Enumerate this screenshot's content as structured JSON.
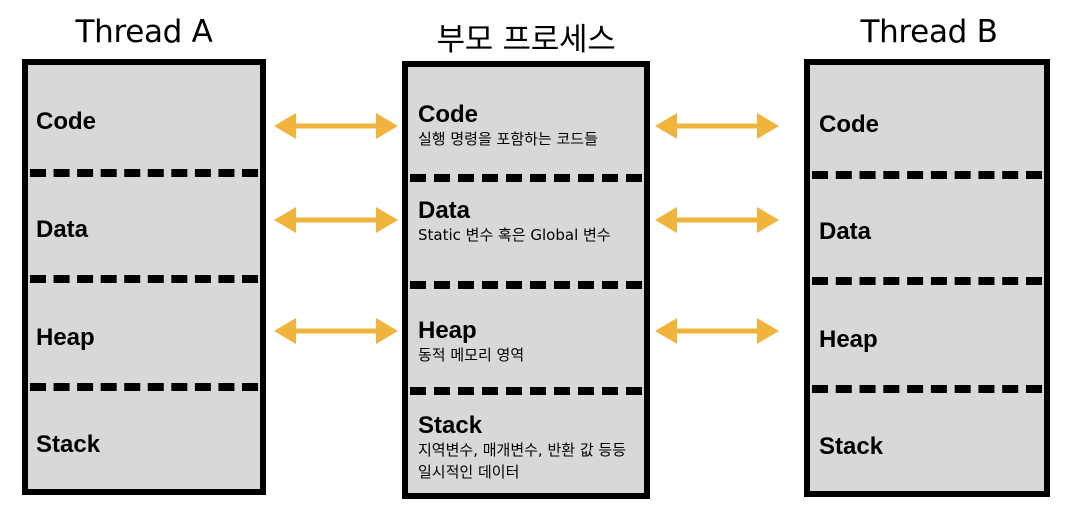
{
  "titles": {
    "thread_a": "Thread A",
    "parent": "부모 프로세스",
    "thread_b": "Thread B"
  },
  "thread_a": {
    "segments": [
      "Code",
      "Data",
      "Heap",
      "Stack"
    ]
  },
  "parent": {
    "segments": [
      {
        "name": "Code",
        "desc": "실행 명령을 포함하는 코드들"
      },
      {
        "name": "Data",
        "desc": "Static 변수 혹은 Global 변수"
      },
      {
        "name": "Heap",
        "desc": "동적 메모리 영역"
      },
      {
        "name": "Stack",
        "desc": "지역변수, 매개변수, 반환 값 등등 일시적인 데이터"
      }
    ]
  },
  "thread_b": {
    "segments": [
      "Code",
      "Data",
      "Heap",
      "Stack"
    ]
  },
  "colors": {
    "arrow": "#f0b43c",
    "box_fill": "#d8d8d8",
    "border": "#000000"
  }
}
